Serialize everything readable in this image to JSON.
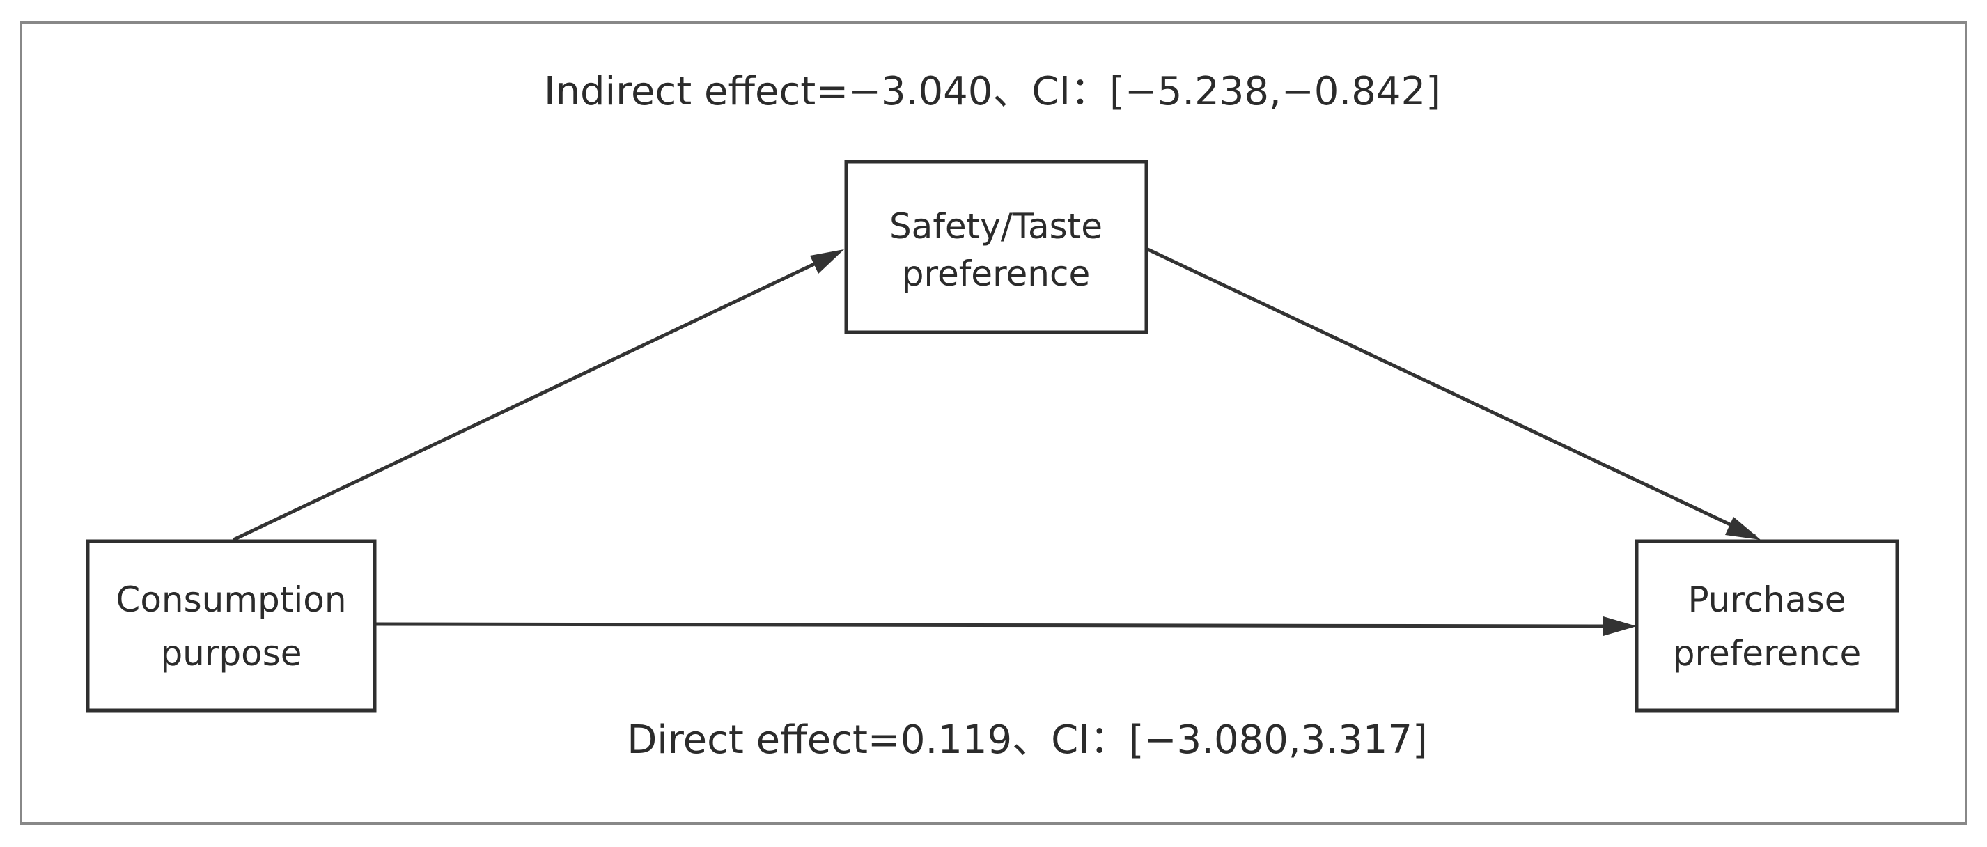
{
  "diagram": {
    "indirect_effect_label": "Indirect effect=−3.040、CI：[−5.238,−0.842]",
    "direct_effect_label": "Direct effect=0.119、CI：[−3.080,3.317]",
    "nodes": {
      "mediator": {
        "line1": "Safety/Taste",
        "line2": "preference"
      },
      "predictor": {
        "line1": "Consumption",
        "line2": "purpose"
      },
      "outcome": {
        "line1": "Purchase",
        "line2": "preference"
      }
    },
    "edges": [
      {
        "from": "predictor",
        "to": "mediator"
      },
      {
        "from": "mediator",
        "to": "outcome"
      },
      {
        "from": "predictor",
        "to": "outcome"
      }
    ],
    "colors": {
      "border": "#888888",
      "node_stroke": "#2f2f2f",
      "arrow": "#333333",
      "text": "#2b2b2b"
    }
  }
}
